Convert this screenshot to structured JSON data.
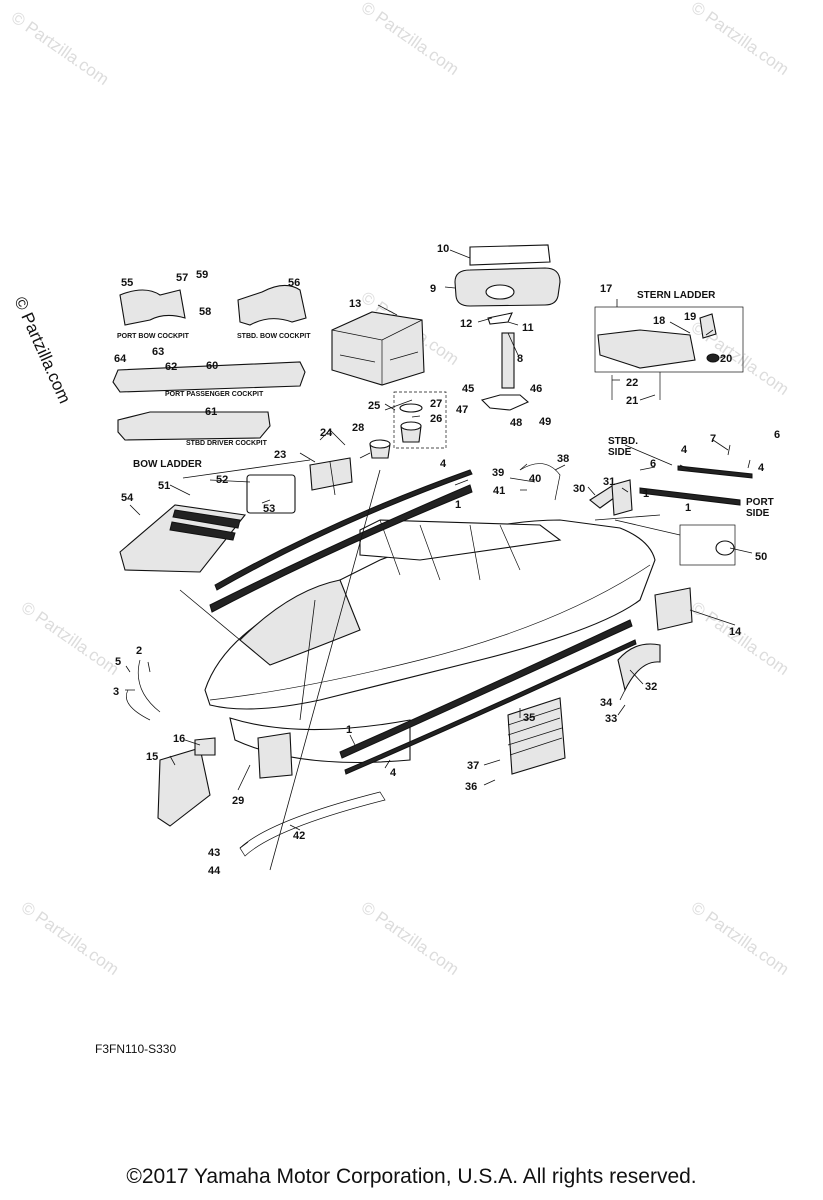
{
  "watermark": {
    "text": "© Partzilla.com",
    "side_text": "© Partzilla.com"
  },
  "groups": {
    "stern_ladder": "STERN LADDER",
    "bow_ladder": "BOW LADDER",
    "stbd_side": "STBD.\nSIDE",
    "port_side": "PORT\nSIDE"
  },
  "decal_captions": {
    "port_bow": "PORT BOW COCKPIT",
    "stbd_bow": "STBD. BOW COCKPIT",
    "port_passenger": "PORT PASSENGER COCKPIT",
    "stbd_driver": "STBD DRIVER COCKPIT"
  },
  "callouts": [
    "1",
    "1",
    "1",
    "1",
    "2",
    "3",
    "4",
    "4",
    "4",
    "4",
    "5",
    "6",
    "6",
    "7",
    "8",
    "9",
    "10",
    "11",
    "12",
    "13",
    "14",
    "15",
    "16",
    "17",
    "18",
    "19",
    "20",
    "21",
    "22",
    "23",
    "24",
    "25",
    "26",
    "27",
    "28",
    "29",
    "30",
    "31",
    "32",
    "33",
    "34",
    "35",
    "36",
    "37",
    "38",
    "39",
    "40",
    "41",
    "42",
    "43",
    "44",
    "45",
    "46",
    "47",
    "48",
    "49",
    "50",
    "51",
    "52",
    "53",
    "54",
    "55",
    "56",
    "57",
    "58",
    "59",
    "60",
    "61",
    "62",
    "63",
    "64"
  ],
  "diagram_code": "F3FN110-S330",
  "copyright": "©2017  Yamaha Motor Corporation, U.S.A. All rights reserved."
}
